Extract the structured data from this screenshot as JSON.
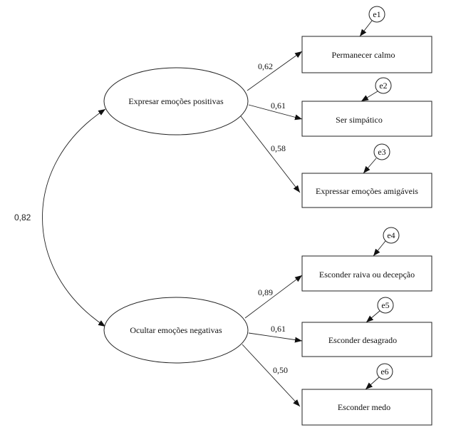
{
  "diagram": {
    "type": "structural-equation-model",
    "covariance": {
      "label": "0,82",
      "between": [
        "latent-positive",
        "latent-negative"
      ]
    },
    "latents": [
      {
        "id": "latent-positive",
        "label": "Expresar emoções positivas",
        "indicators": [
          {
            "label": "Permanecer calmo",
            "loading": "0,62",
            "error": "e1"
          },
          {
            "label": "Ser simpático",
            "loading": "0,61",
            "error": "e2"
          },
          {
            "label": "Expressar emoções amigáveis",
            "loading": "0,58",
            "error": "e3"
          }
        ]
      },
      {
        "id": "latent-negative",
        "label": "Ocultar emoções negativas",
        "indicators": [
          {
            "label": "Esconder raiva ou decepção",
            "loading": "0,89",
            "error": "e4"
          },
          {
            "label": "Esconder desagrado",
            "loading": "0,61",
            "error": "e5"
          },
          {
            "label": "Esconder medo",
            "loading": "0,50",
            "error": "e6"
          }
        ]
      }
    ]
  }
}
